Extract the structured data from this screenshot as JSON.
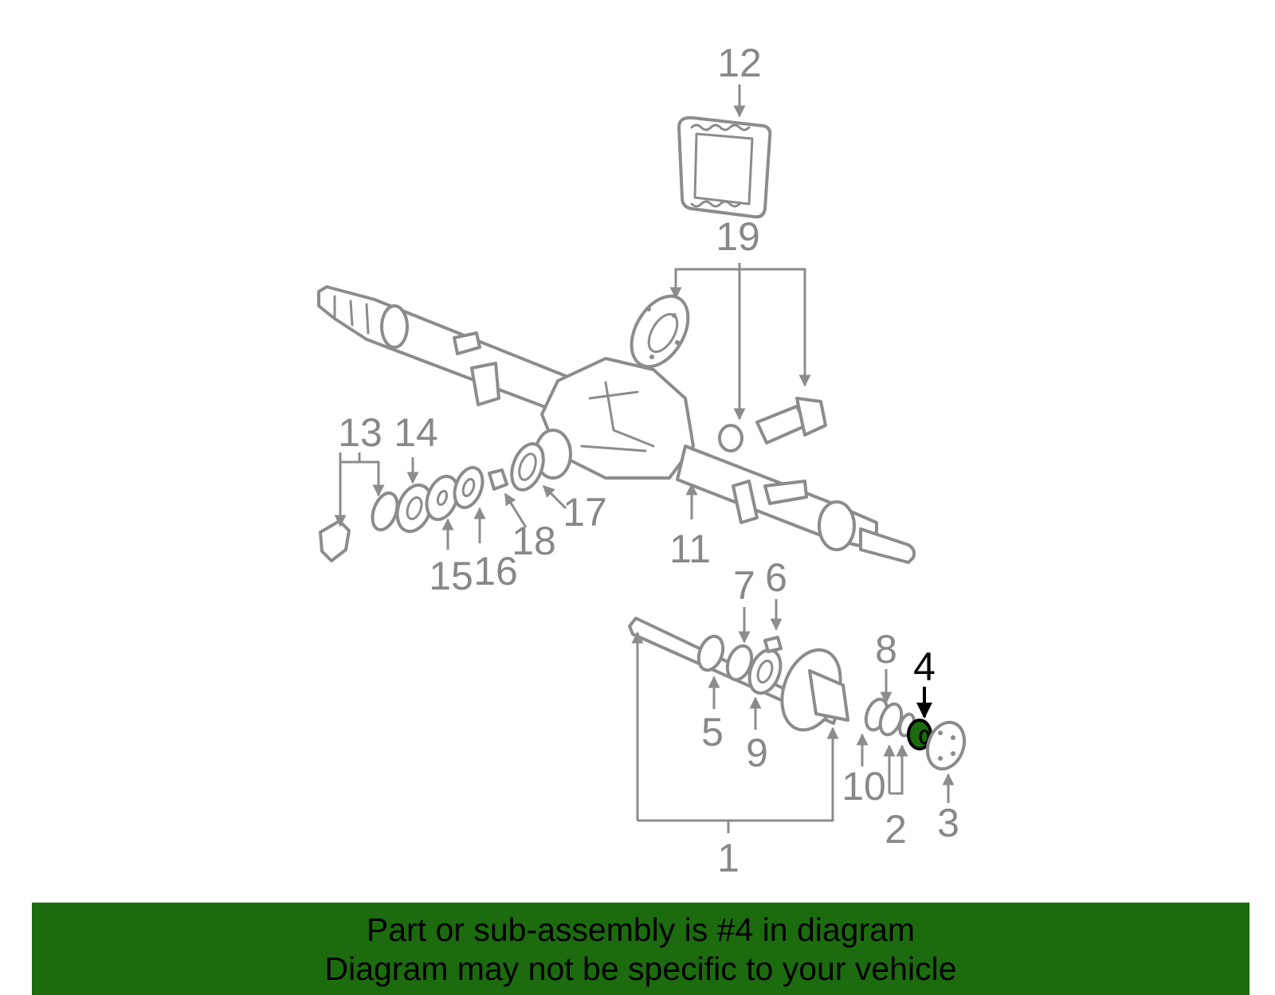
{
  "diagram": {
    "highlighted_part": "4",
    "highlight_color": "#1c6b0f",
    "part_color": "#8c8c8c",
    "labels": {
      "p1": "1",
      "p2": "2",
      "p3": "3",
      "p4": "4",
      "p5": "5",
      "p6": "6",
      "p7": "7",
      "p8": "8",
      "p9": "9",
      "p10": "10",
      "p11": "11",
      "p12": "12",
      "p13": "13",
      "p14": "14",
      "p15": "15",
      "p16": "16",
      "p17": "17",
      "p18": "18",
      "p19": "19"
    }
  },
  "banner": {
    "background": "#1c6b0f",
    "line1": "Part or sub-assembly is #4 in diagram",
    "line2": "Diagram may not be specific to your vehicle"
  }
}
